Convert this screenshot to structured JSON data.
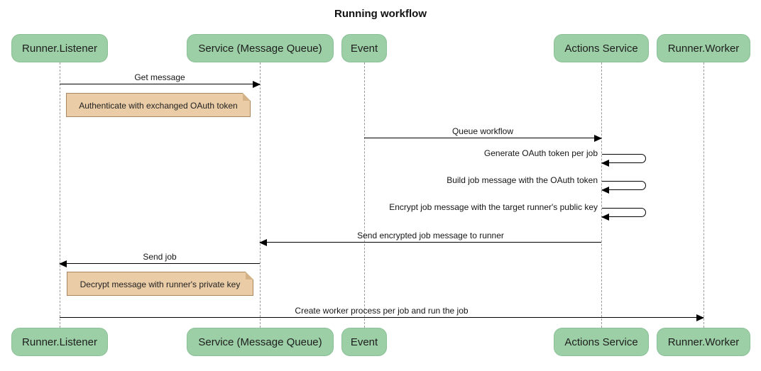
{
  "title": "Running workflow",
  "participants": [
    {
      "label": "Runner.Listener"
    },
    {
      "label": "Service (Message Queue)"
    },
    {
      "label": "Event"
    },
    {
      "label": "Actions Service"
    },
    {
      "label": "Runner.Worker"
    }
  ],
  "messages": [
    {
      "label": "Get message",
      "from": "Runner.Listener",
      "to": "Service (Message Queue)",
      "kind": "solid-arrow"
    },
    {
      "label": "Queue workflow",
      "from": "Event",
      "to": "Actions Service",
      "kind": "solid-arrow"
    },
    {
      "label": "Generate OAuth token per job",
      "from": "Actions Service",
      "to": "Actions Service",
      "kind": "self-arrow"
    },
    {
      "label": "Build job message with the OAuth token",
      "from": "Actions Service",
      "to": "Actions Service",
      "kind": "self-arrow"
    },
    {
      "label": "Encrypt job message with the target runner's public key",
      "from": "Actions Service",
      "to": "Actions Service",
      "kind": "self-arrow"
    },
    {
      "label": "Send encrypted job message to runner",
      "from": "Actions Service",
      "to": "Service (Message Queue)",
      "kind": "solid-arrow"
    },
    {
      "label": "Send job",
      "from": "Service (Message Queue)",
      "to": "Runner.Listener",
      "kind": "solid-arrow"
    },
    {
      "label": "Create worker process per job and run the job",
      "from": "Runner.Listener",
      "to": "Runner.Worker",
      "kind": "solid-arrow"
    }
  ],
  "notes": [
    {
      "text": "Authenticate with exchanged OAuth token",
      "anchor": "Runner.Listener"
    },
    {
      "text": "Decrypt message with runner's private key",
      "anchor": "Runner.Listener"
    }
  ],
  "colors": {
    "actor_fill": "#9CCFA6",
    "actor_border": "#8BBF97",
    "note_fill": "#EACCA6",
    "note_border": "#A8875F",
    "message_line": "#000000",
    "lifeline": "#9A9A9A",
    "text": "#1A1A1A",
    "background": "#FFFFFF"
  }
}
